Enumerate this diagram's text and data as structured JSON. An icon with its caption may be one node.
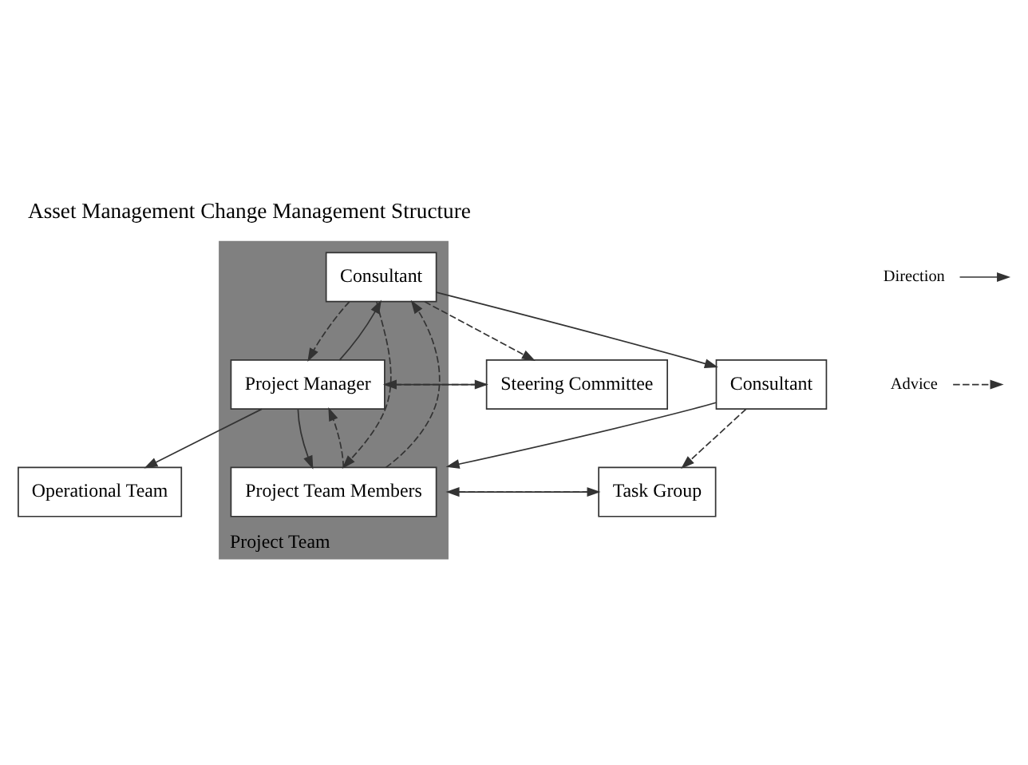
{
  "diagram": {
    "title": "Asset Management Change Management Structure",
    "nodes": [
      {
        "text": [
          "Steering Committee"
        ]
      },
      {
        "text": [
          "Project Team"
        ]
      },
      {
        "text": [
          "Consultant"
        ],
        "in": 1
      },
      {
        "text": [
          "Project Manager"
        ],
        "in": 1
      },
      {
        "text": [
          "Project Team Members"
        ],
        "in": 1
      },
      {
        "text": [
          "Consultant"
        ]
      },
      {
        "text": [
          "Task Group"
        ]
      },
      {
        "text": [
          "Operational Team"
        ]
      }
    ],
    "edges": [
      {
        "from": 0,
        "to": 3,
        "arrow": "to"
      },
      {
        "from": 2,
        "to": 0,
        "arrow": "to",
        "style": "dashed"
      },
      {
        "from": 3,
        "to": 0,
        "arrow": "to",
        "style": "dashed"
      },
      {
        "from": 3,
        "to": 2,
        "arrow": "to"
      },
      {
        "from": 2,
        "to": 3,
        "arrow": "to",
        "style": "dashed"
      },
      {
        "from": 2,
        "to": 5,
        "arrow": "to"
      },
      {
        "from": 5,
        "to": 1,
        "arrow": "to"
      },
      {
        "from": 2,
        "to": 4,
        "arrow": "to",
        "style": "dashed"
      },
      {
        "from": 4,
        "to": 2,
        "arrow": "to",
        "style": "dashed"
      },
      {
        "from": 3,
        "to": 4,
        "arrow": "to"
      },
      {
        "from": 4,
        "to": 3,
        "arrow": "to",
        "style": "dashed"
      },
      {
        "from": 3,
        "to": 7,
        "arrow": "to"
      },
      {
        "from": 1,
        "to": 6,
        "arrow": "to"
      },
      {
        "from": 6,
        "to": 1,
        "arrow": "to",
        "style": "dashed"
      },
      {
        "from": 5,
        "to": 6,
        "arrow": "to",
        "style": "dashed"
      }
    ],
    "legend": [
      {
        "text": "Direction"
      },
      {
        "text": "Advice"
      }
    ]
  }
}
